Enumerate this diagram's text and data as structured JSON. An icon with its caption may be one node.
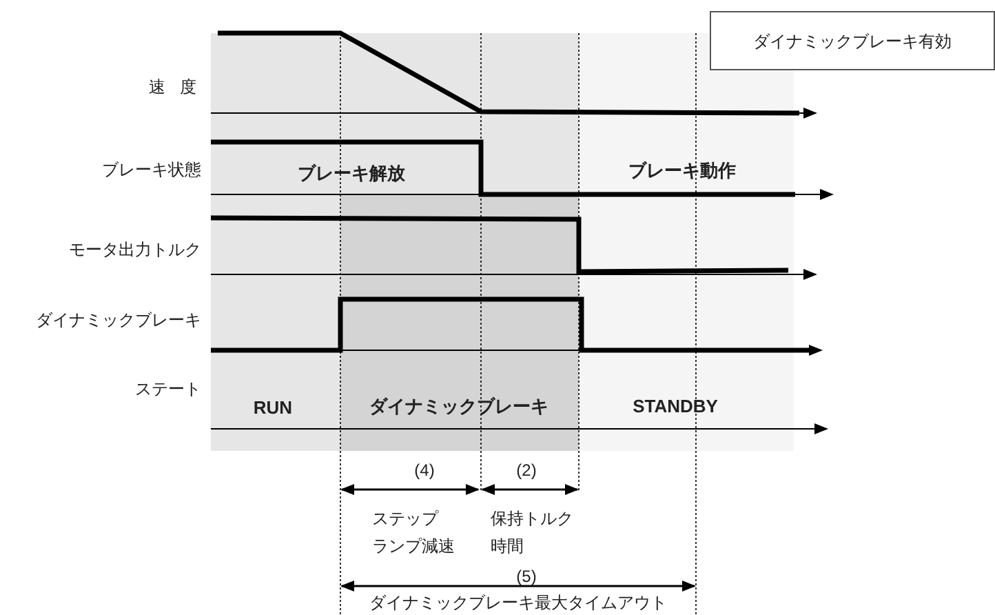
{
  "diagram": {
    "nodes": [
      {
        "text": [
          "ダイナミックブレーキ有効"
        ]
      }
    ],
    "labels": [
      "速 度",
      "ブレーキ状態",
      "ブレーキ解放",
      "ブレーキ動作",
      "モータ出力トルク",
      "ダイナミックブレーキ",
      "ステート",
      "RUN",
      "ダイナミックブレーキ",
      "STANDBY",
      "(4)",
      "(2)",
      "ステップ",
      "ランプ減速",
      "保持トルク",
      "時間",
      "(5)",
      "ダイナミックブレーキ最大タイムアウト"
    ]
  }
}
